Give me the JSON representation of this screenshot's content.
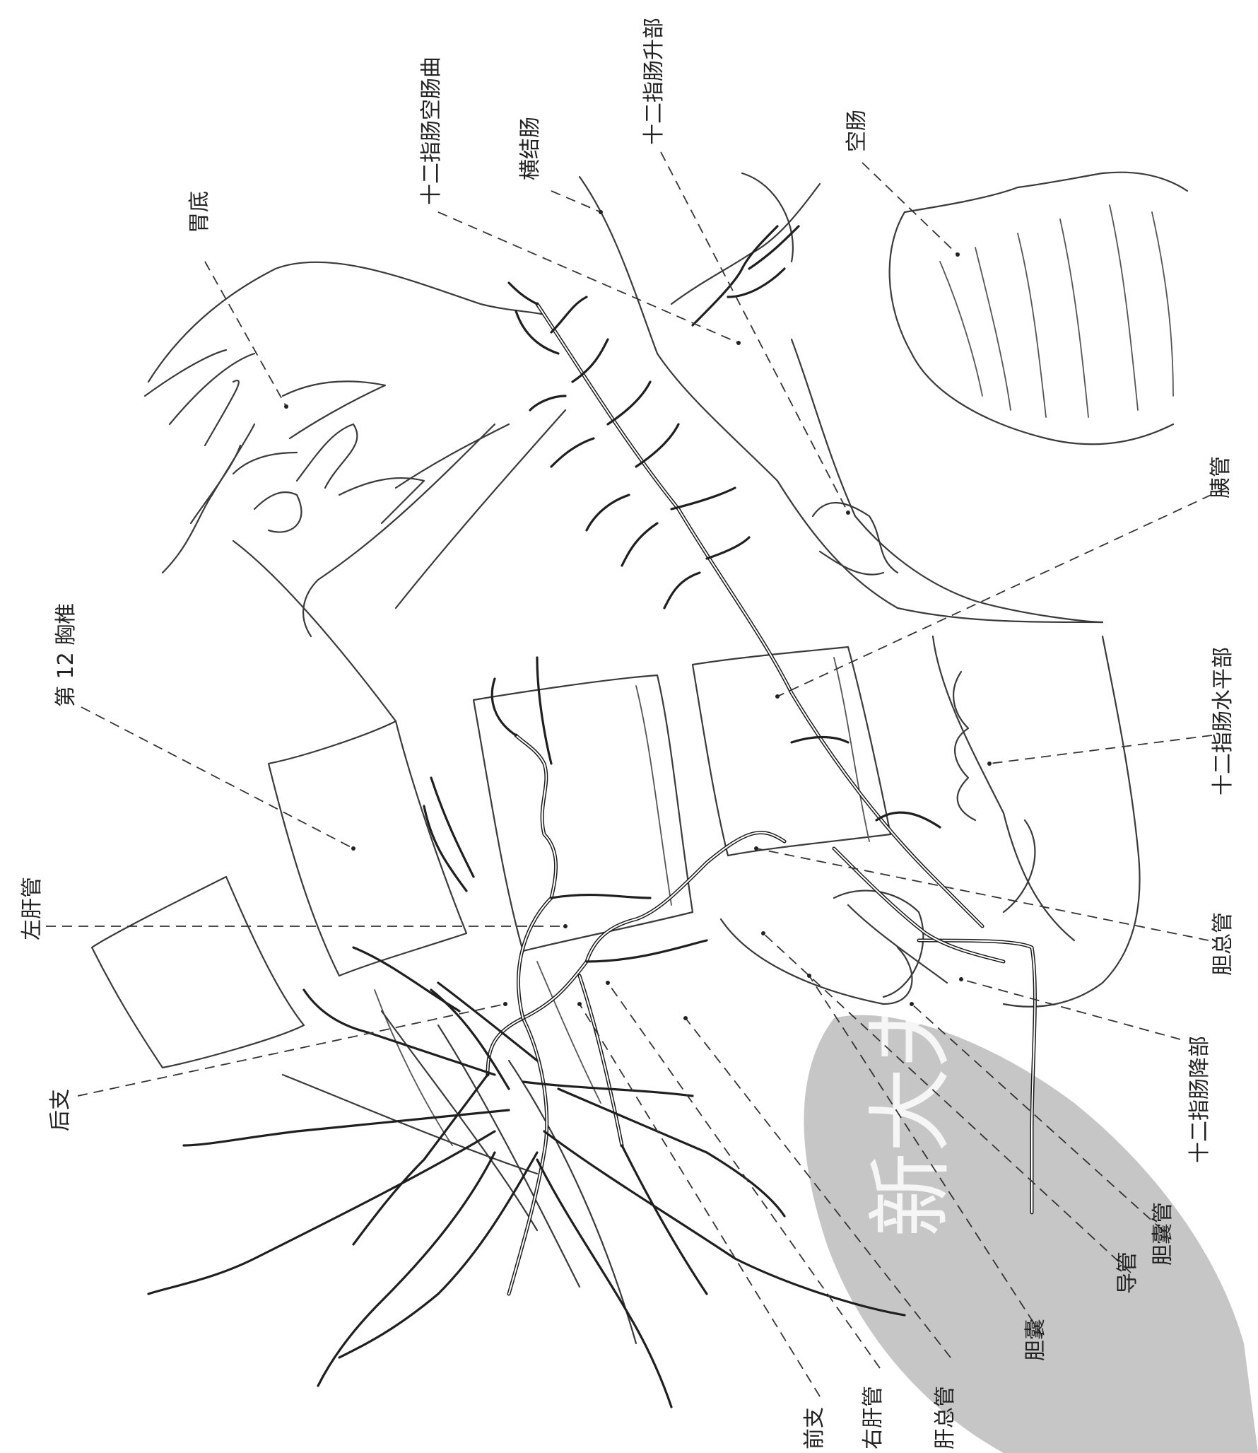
{
  "labels": {
    "stomach_fundus": "胃底",
    "duodenojejunal_flexure": "十二指肠空肠曲",
    "transverse_colon": "横结肠",
    "duodenum_ascending": "十二指肠升部",
    "jejunum": "空肠",
    "pancreatic_duct": "胰管",
    "duodenum_horizontal": "十二指肠水平部",
    "common_bile_duct": "胆总管",
    "duodenum_descending": "十二指肠降部",
    "gallbladder_duct": "胆囊管",
    "guide_tube": "导管",
    "gallbladder": "胆囊",
    "common_hepatic_duct": "肝总管",
    "right_hepatic_duct": "右肝管",
    "anterior_branch": "前支",
    "posterior_branch": "后支",
    "left_hepatic_duct": "左肝管",
    "twelfth_thoracic_vertebra": "第 12 胸椎"
  },
  "watermark": "新大夫医书"
}
